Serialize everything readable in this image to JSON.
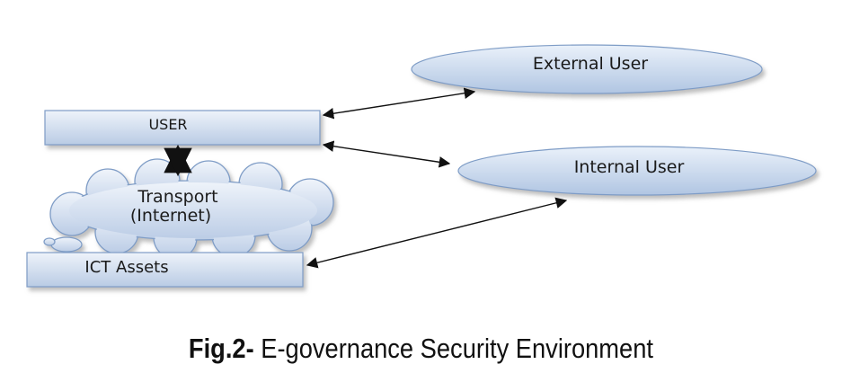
{
  "diagram": {
    "nodes": {
      "user": "USER",
      "external_user": "External User",
      "internal_user": "Internal User",
      "transport_line1": "Transport",
      "transport_line2": "(Internet)",
      "ict_assets": "ICT Assets"
    }
  },
  "caption": {
    "label": "Fig.2-",
    "text": " E-governance Security Environment"
  },
  "colors": {
    "box_fill_top": "#e6eef8",
    "box_fill_bottom": "#b9cbe4",
    "box_stroke": "#7e9cc6",
    "ellipse_fill_top": "#e3ecf7",
    "ellipse_fill_bottom": "#b4c8e3",
    "arrow": "#111111"
  }
}
